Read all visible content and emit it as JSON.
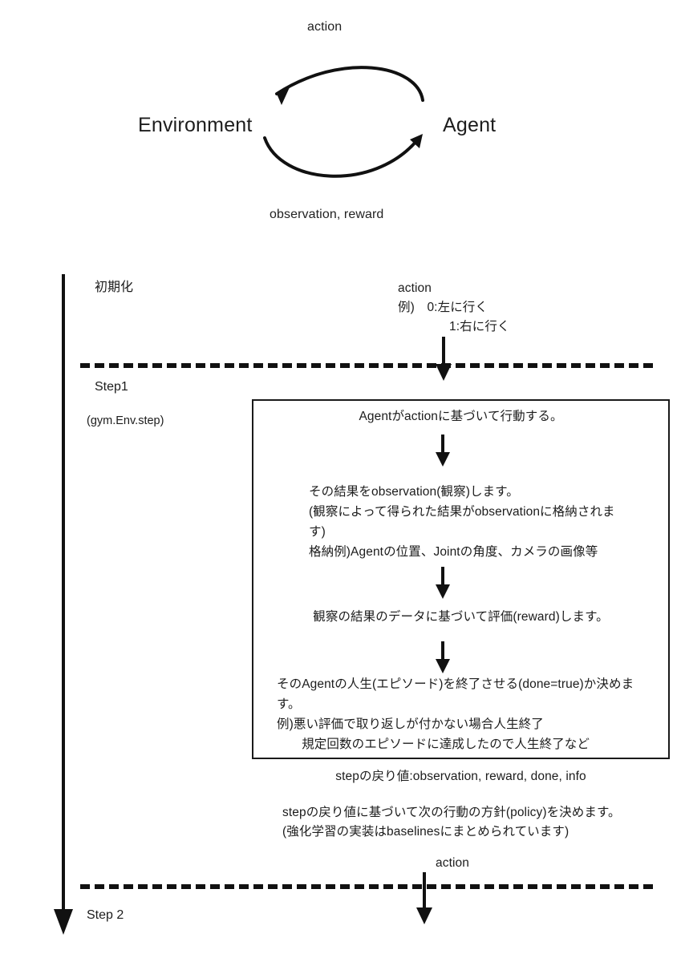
{
  "diagram": {
    "title_cycle": {
      "action_label": "action",
      "environment_label": "Environment",
      "agent_label": "Agent",
      "observation_reward_label": "observation, reward"
    },
    "timeline": {
      "init_label": "初期化",
      "step1_label": "Step1",
      "step1_sub_label": "(gym.Env.step)",
      "step2_label": "Step 2"
    },
    "action_block": {
      "heading": "action",
      "example_line1": "例)　0:左に行く",
      "example_line2": "1:右に行く"
    },
    "step_box": {
      "line1": "Agentがactionに基づいて行動する。",
      "block2": "その結果をobservation(観察)します。\n(観察によって得られた結果がobservationに格納されま\nす)\n格納例)Agentの位置、Jointの角度、カメラの画像等",
      "block3": "観察の結果のデータに基づいて評価(reward)します。",
      "block4": "そのAgentの人生(エピソード)を終了させる(done=true)か決めま\nす。\n例)悪い評価で取り返しが付かない場合人生終了\n　　規定回数のエピソードに達成したので人生終了など"
    },
    "after_box": {
      "return_values": "stepの戻り値:observation, reward, done, info",
      "policy_line1": "stepの戻り値に基づいて次の行動の方針(policy)を決めます。",
      "policy_line2": "(強化学習の実装はbaselinesにまとめられています)"
    },
    "bottom": {
      "action_label": "action"
    },
    "colors": {
      "stroke": "#111111",
      "text": "#1c1c1c",
      "background": "#ffffff"
    }
  }
}
